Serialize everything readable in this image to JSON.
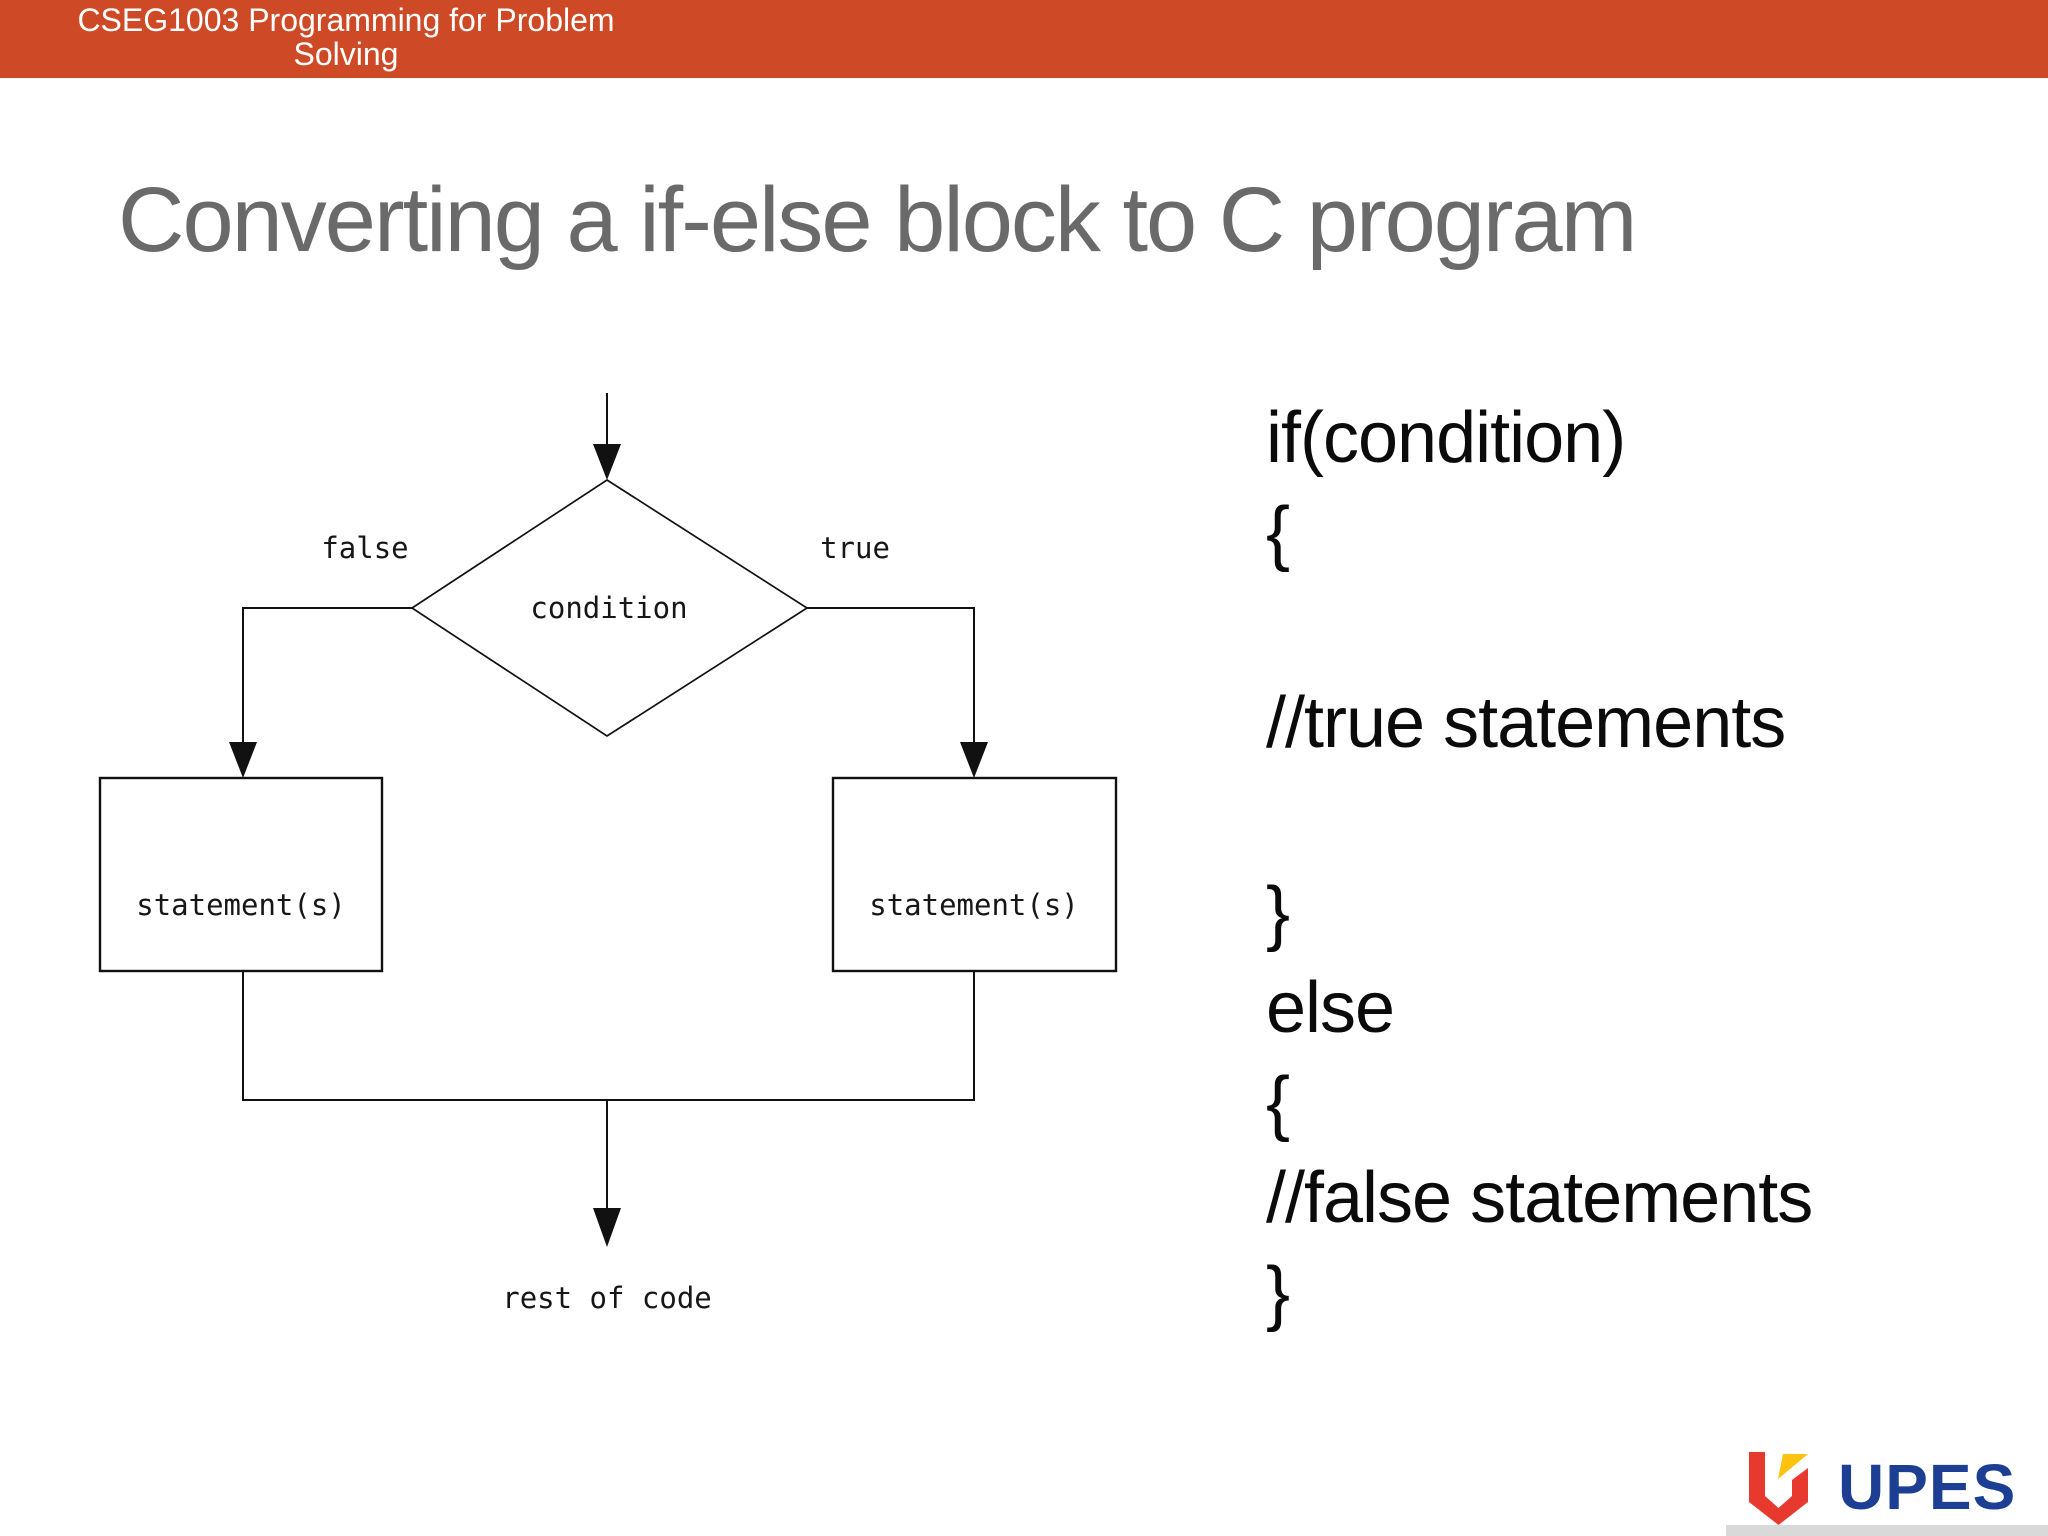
{
  "header": {
    "course_title": "CSEG1003 Programming for Problem Solving",
    "bg_color": "#ce4a26",
    "text_color": "#ffffff"
  },
  "slide": {
    "title": "Converting a if-else block to C program",
    "title_color": "#6a6a6a"
  },
  "flowchart": {
    "condition_label": "condition",
    "false_branch_label": "false",
    "true_branch_label": "true",
    "false_box_label": "statement(s)",
    "true_box_label": "statement(s)",
    "end_label": "rest of code",
    "line_color": "#111111"
  },
  "code": {
    "lines": [
      "if(condition)",
      "{",
      "",
      "//true statements",
      "",
      "}",
      "else",
      "{",
      "//false statements",
      "}"
    ],
    "text_color": "#0b0b0b"
  },
  "footer": {
    "logo_text": "UPES",
    "logo_text_color": "#1c3f94",
    "logo_red": "#e8392e",
    "logo_yellow": "#ffc20e",
    "bottom_bar_color": "#d9d9d9"
  }
}
